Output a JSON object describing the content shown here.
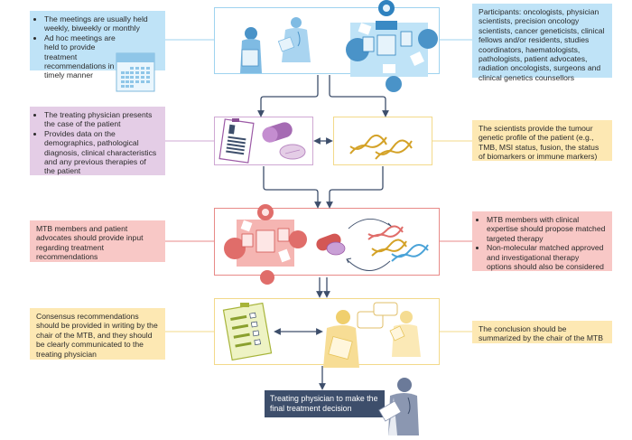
{
  "diagram": {
    "title": "Molecular tumour board (MTB) workflow",
    "colors": {
      "blue": "#bfe3f7",
      "blue_border": "#9fd3ef",
      "purple": "#e4cde6",
      "purple_border": "#cfa8d3",
      "yellow": "#fde8b3",
      "yellow_border": "#f3d98a",
      "red": "#f8c8c6",
      "red_border": "#e88a88",
      "arrow": "#3d4e6b",
      "final_box": "#3d4e6b"
    },
    "stage1": {
      "left_note": {
        "bullets": [
          "The meetings are usually held weekly, biweekly or monthly",
          "Ad hoc meetings are held to provide treatment recommendations in a timely manner"
        ],
        "icon": "calendar-icon"
      },
      "right_note": {
        "text": "Participants: oncologists, physician scientists, precision oncology scientists, cancer geneticists, clinical fellows and/or residents, studies coordinators, haematologists, pathologists, patient advocates, radiation oncologists, surgeons and clinical genetics counsellors"
      },
      "panel_icons": [
        "clinician-with-folder-icon",
        "doctor-with-stethoscope-icon",
        "team-meeting-table-icon"
      ]
    },
    "stage2": {
      "left_note": {
        "bullets": [
          "The treating physician presents the case of the patient",
          "Provides data on the demographics, pathological diagnosis, clinical characteristics and any previous therapies of the patient"
        ]
      },
      "right_note": {
        "text": "The scientists provide the tumour genetic profile of the patient (e.g., TMB, MSI status, fusion, the status of biomarkers or immune markers)"
      },
      "panel_icons": [
        "clipboard-report-icon",
        "capsule-pill-icon",
        "dna-helix-icon"
      ]
    },
    "stage3": {
      "left_note": {
        "text": "MTB members and patient advocates should provide input regarding treatment recommendations"
      },
      "right_note": {
        "bullets": [
          "MTB members with clinical expertise should propose matched targeted therapy",
          "Non-molecular matched approved and investigational therapy options should also be considered"
        ]
      },
      "panel_icons": [
        "team-meeting-table-icon",
        "capsule-pill-icon",
        "cycle-arrows-icon",
        "dna-helix-icon"
      ]
    },
    "stage4": {
      "left_note": {
        "text": "Consensus recommendations should be provided in writing by the chair of the MTB, and they should be clearly communicated to the treating physician"
      },
      "right_note": {
        "text": "The conclusion should be summarized by the chair of the MTB"
      },
      "panel_icons": [
        "checklist-clipboard-icon",
        "clinicians-discussion-icon"
      ]
    },
    "final": {
      "text": "Treating physician to make the final treatment decision",
      "icon": "physician-with-tablet-icon"
    }
  }
}
